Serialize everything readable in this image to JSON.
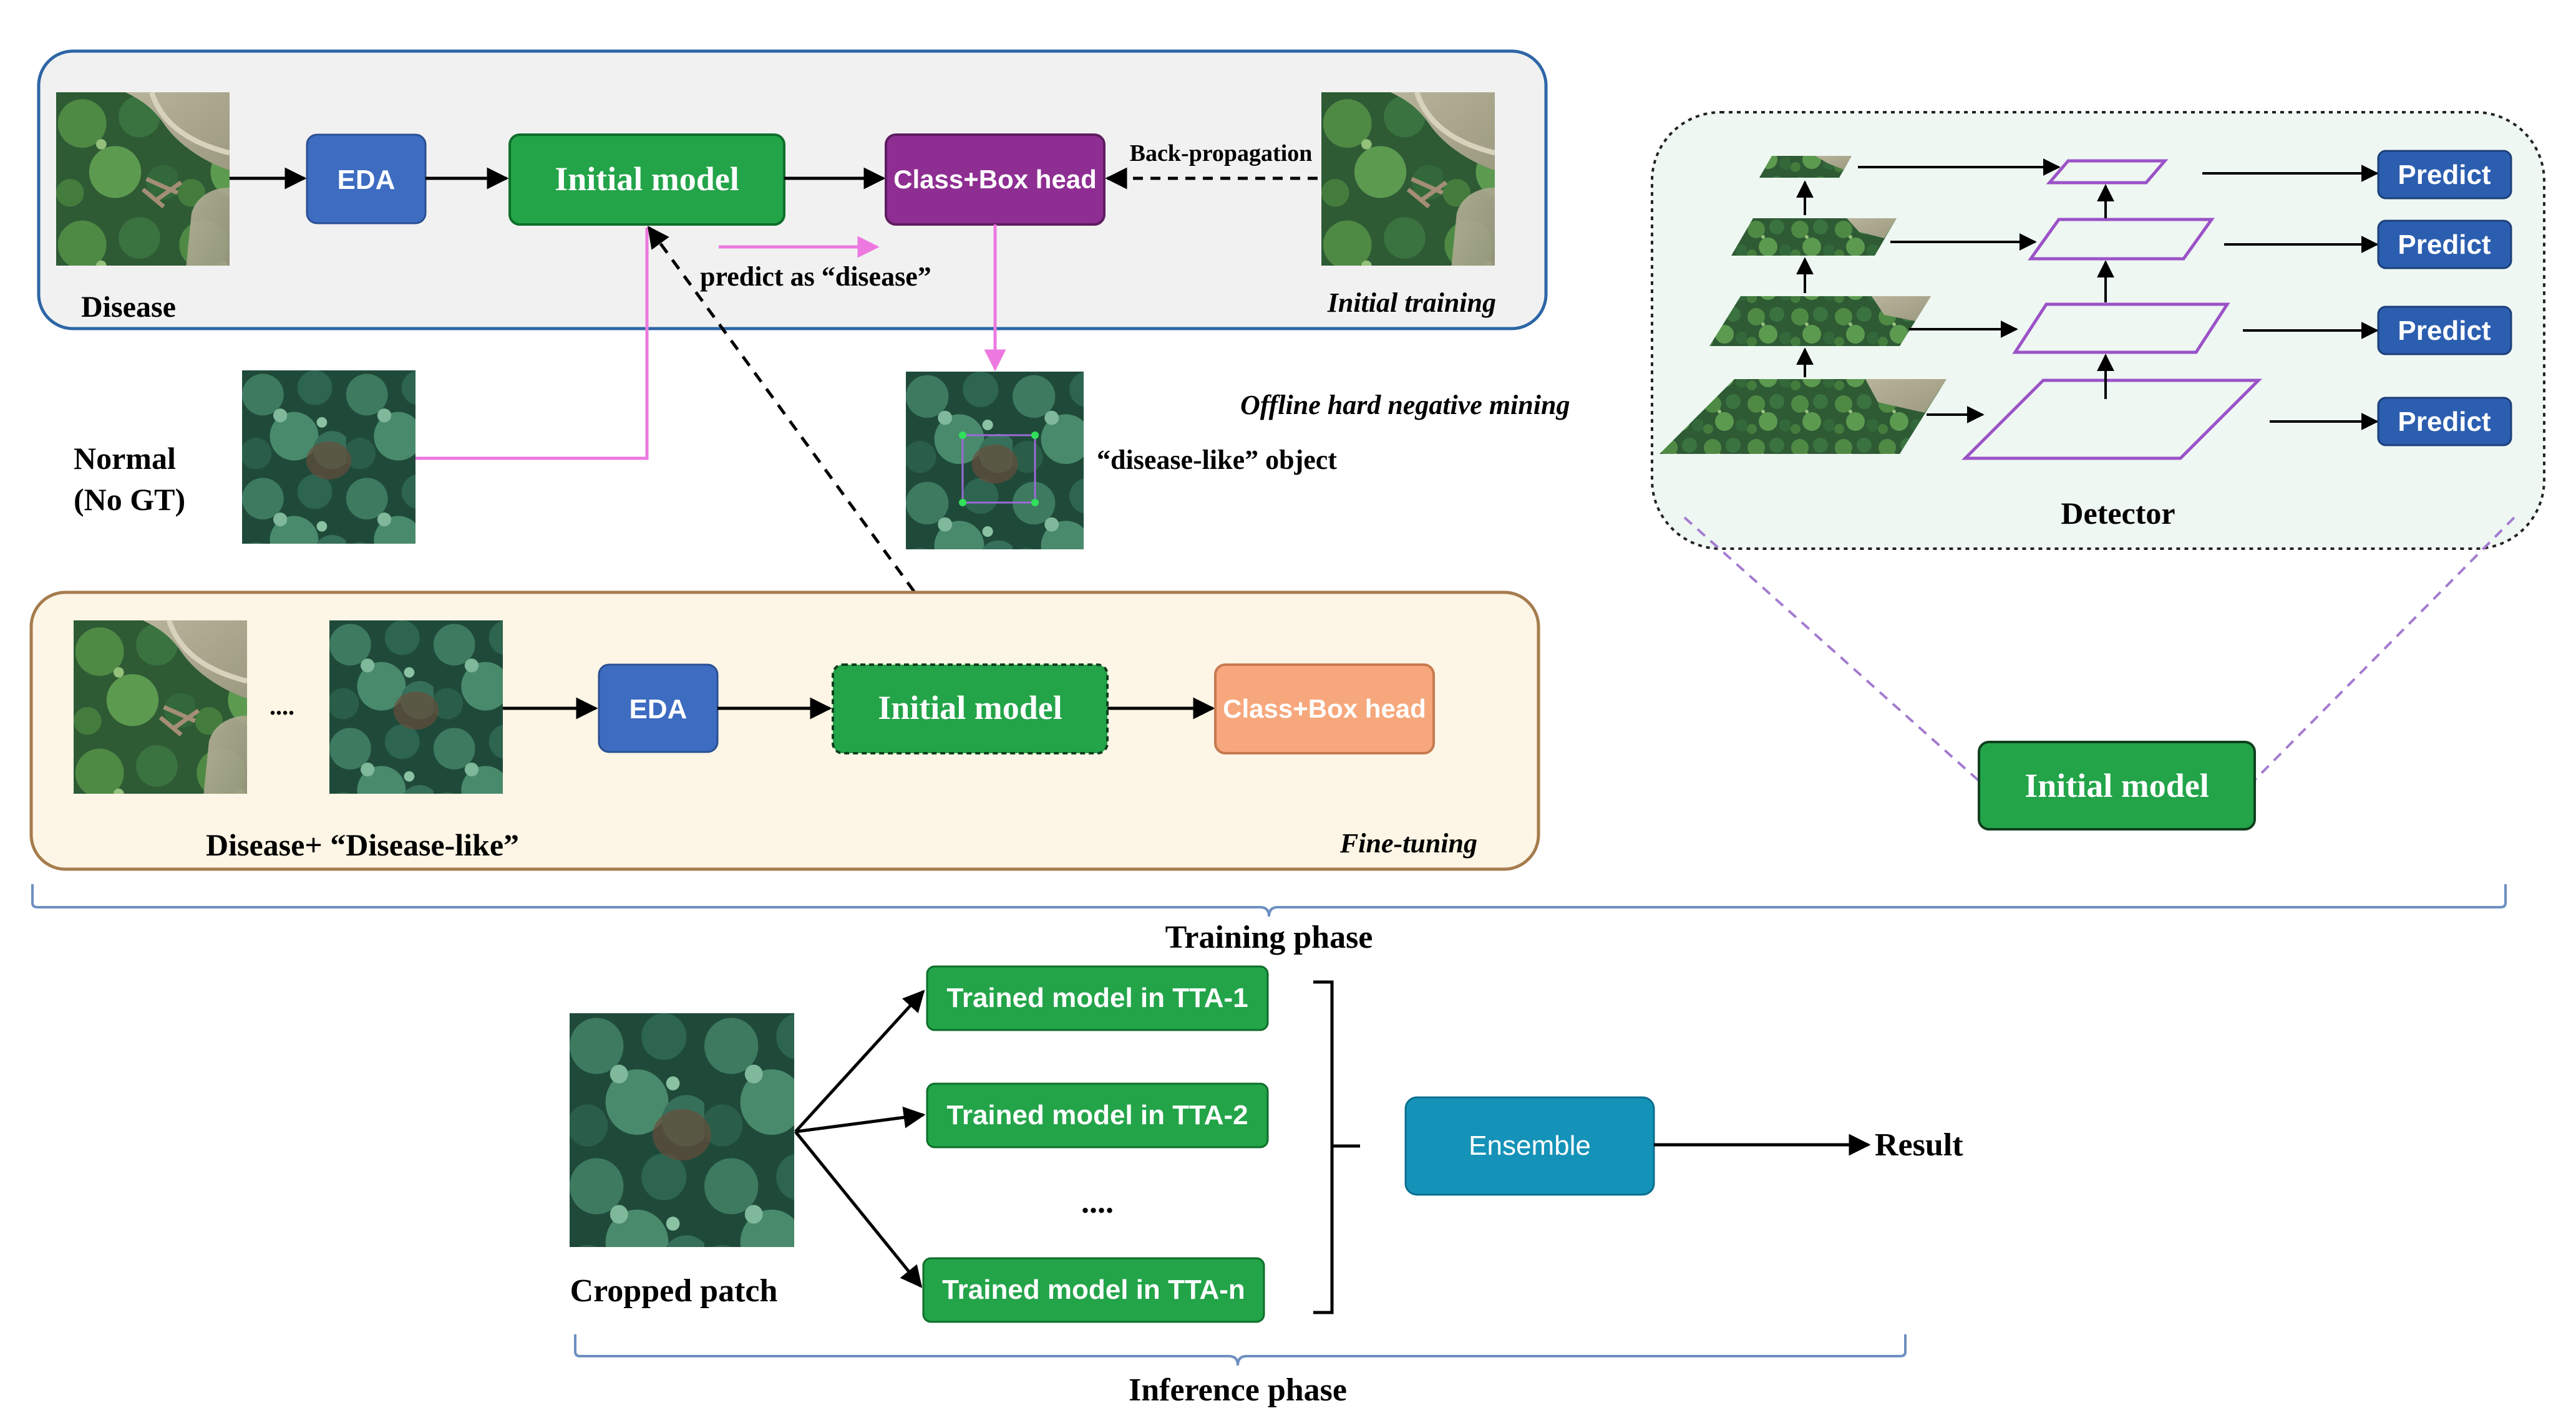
{
  "colors": {
    "eda": "#3d6cc1",
    "model_green": "#23a449",
    "model_green_border": "#0f6e2b",
    "head_purple": "#8e2e92",
    "head_orange": "#f6a77c",
    "predict_blue": "#2c5eb0",
    "ensemble_teal": "#1592b8",
    "initial_panel_bg": "#f1f1f1",
    "initial_panel_border": "#2d66a6",
    "finetune_panel_bg": "#fdf5e5",
    "finetune_panel_border": "#a67c4e",
    "detector_bg": "#eef7f2",
    "pink_line": "#ec78e0",
    "dashed_purple": "#a47bd0",
    "feature_map_purple": "#9b52c7",
    "brace_blue": "#6d8fc0"
  },
  "initial_training": {
    "image_label": "Disease",
    "eda": "EDA",
    "model": "Initial model",
    "head": "Class+Box head",
    "backprop": "Back-propagation",
    "predict_as": "predict as “disease”",
    "stage_label": "Initial training"
  },
  "mining": {
    "normal_label_line1": "Normal",
    "normal_label_line2": "(No GT)",
    "title": "Offline hard negative mining",
    "object_label": "“disease-like” object"
  },
  "fine_tuning": {
    "ellipsis": "....",
    "eda": "EDA",
    "model": "Initial model",
    "head": "Class+Box head",
    "images_label": "Disease+ “Disease-like”",
    "stage_label": "Fine-tuning"
  },
  "detector": {
    "title": "Detector",
    "predict_labels": [
      "Predict",
      "Predict",
      "Predict",
      "Predict"
    ],
    "model": "Initial model"
  },
  "phases": {
    "training": "Training phase",
    "inference": "Inference phase"
  },
  "inference": {
    "patch_label": "Cropped patch",
    "tta_models": [
      "Trained model in TTA-1",
      "Trained model in TTA-2",
      "Trained model in TTA-n"
    ],
    "ellipsis": "....",
    "ensemble": "Ensemble",
    "result": "Result"
  }
}
